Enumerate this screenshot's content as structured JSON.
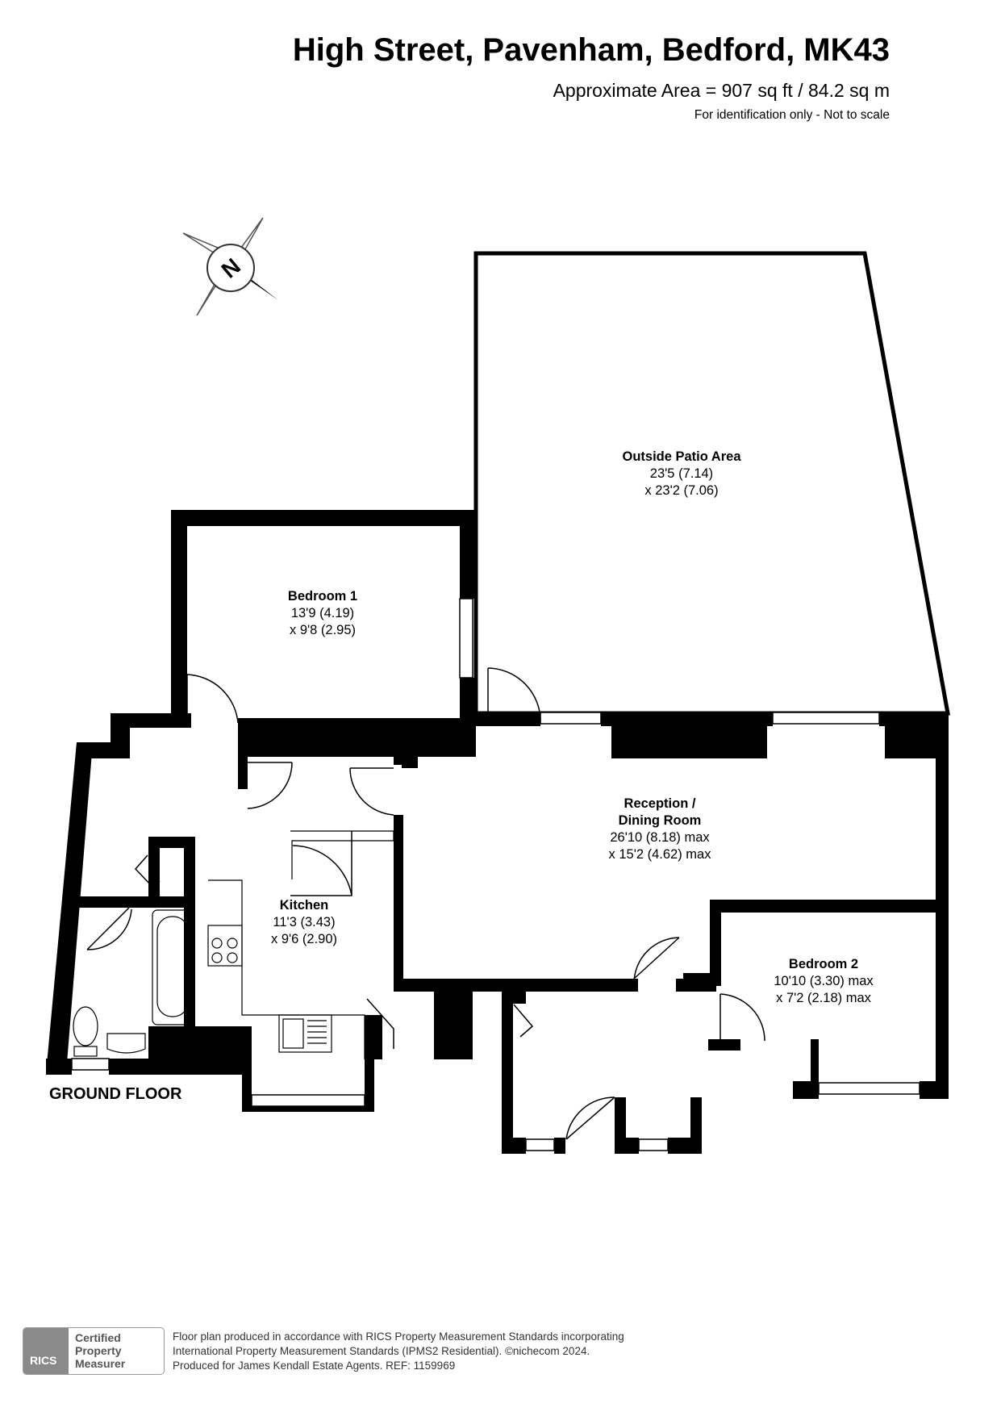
{
  "header": {
    "title": "High Street, Pavenham, Bedford, MK43",
    "area": "Approximate Area = 907 sq ft / 84.2 sq m",
    "note": "For identification only - Not to scale"
  },
  "compass": {
    "letter": "N"
  },
  "floor_label": "GROUND FLOOR",
  "rooms": {
    "patio": {
      "name": "Outside Patio Area",
      "dim1": "23'5 (7.14)",
      "dim2": "x 23'2 (7.06)"
    },
    "bedroom1": {
      "name": "Bedroom 1",
      "dim1": "13'9 (4.19)",
      "dim2": "x 9'8 (2.95)"
    },
    "reception": {
      "name1": "Reception /",
      "name2": "Dining Room",
      "dim1": "26'10 (8.18) max",
      "dim2": "x 15'2 (4.62) max"
    },
    "kitchen": {
      "name": "Kitchen",
      "dim1": "11'3 (3.43)",
      "dim2": "x 9'6 (2.90)"
    },
    "bedroom2": {
      "name": "Bedroom 2",
      "dim1": "10'10 (3.30) max",
      "dim2": "x 7'2 (2.18) max"
    }
  },
  "footer": {
    "line1": "Floor plan produced in accordance with RICS Property Measurement Standards incorporating",
    "line2": "International Property Measurement Standards (IPMS2 Residential).   ©nichecom 2024.",
    "line3": "Produced for James Kendall Estate Agents.   REF:  1159969",
    "badge_logo": "RICS",
    "badge_line1": "Certified",
    "badge_line2": "Property",
    "badge_line3": "Measurer"
  }
}
